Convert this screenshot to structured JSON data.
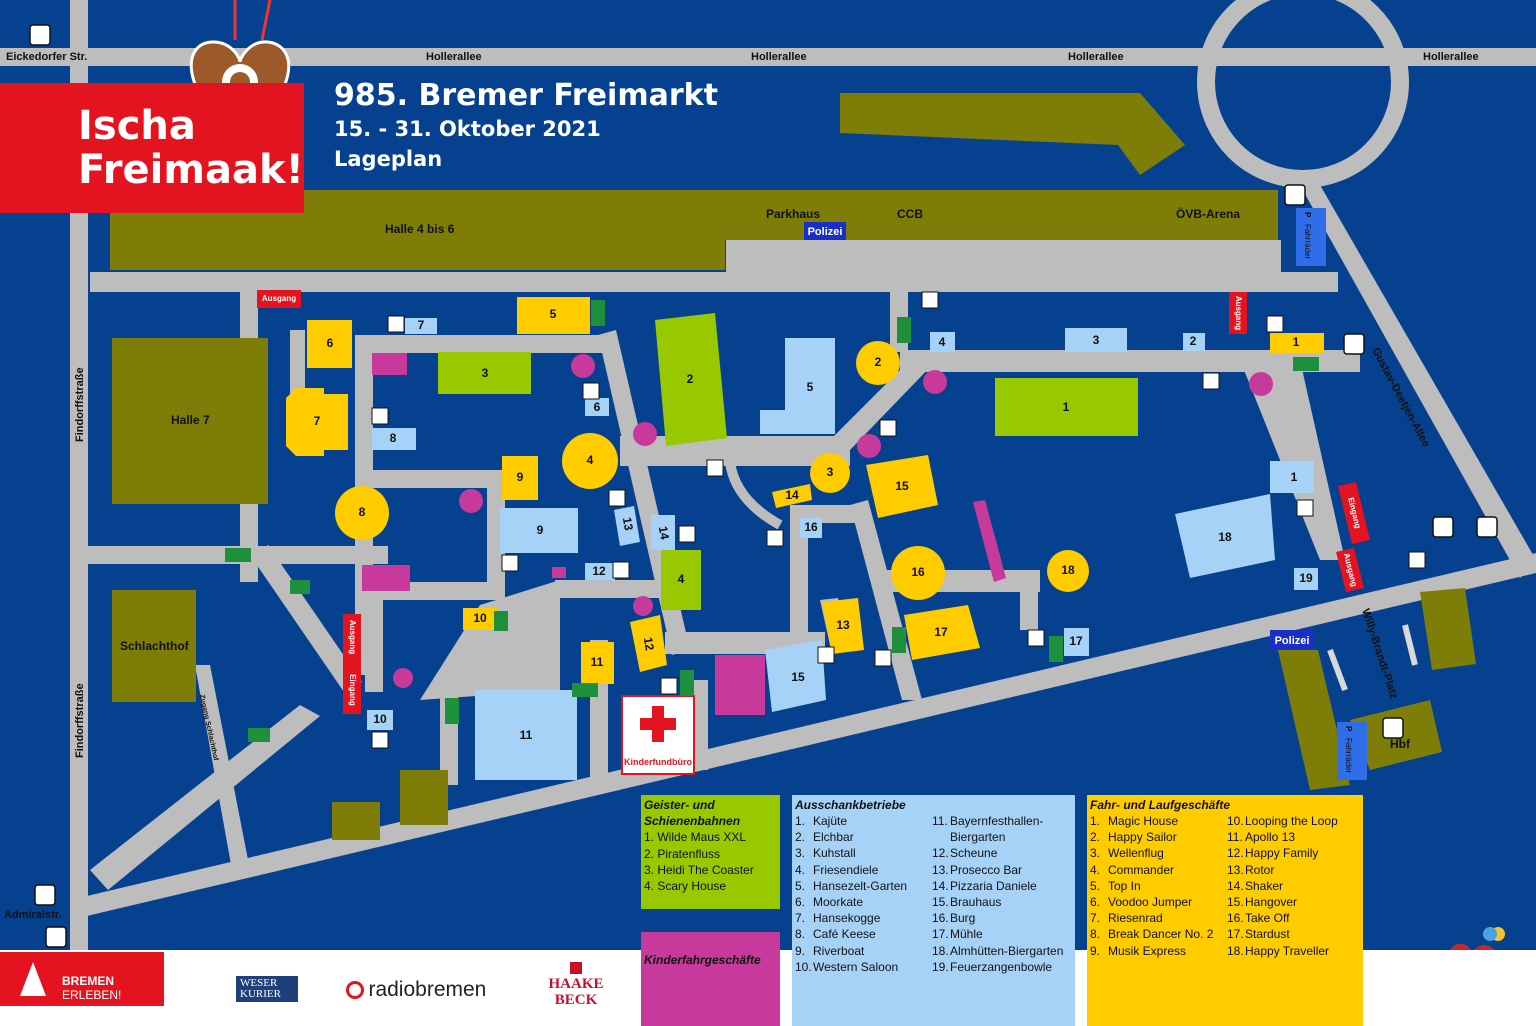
{
  "header": {
    "slogan_line1": "Ischa",
    "slogan_line2": "Freimaak!",
    "title": "985. Bremer Freimarkt",
    "dates": "15. - 31. Oktober 2021",
    "subtitle": "Lageplan"
  },
  "streets": {
    "eickedorfer": "Eickedorfer Str.",
    "hollerallee": "Hollerallee",
    "findorff": "Findorffstraße",
    "admiral": "Admiralstr.",
    "gustav": "Gustav-Deetjen-Allee",
    "willy": "Willy-Brandt-Platz",
    "zugang": "Zugang Schlachthof"
  },
  "places": {
    "halle46": "Halle 4 bis 6",
    "parkhaus": "Parkhaus",
    "ccb": "CCB",
    "oevb": "ÖVB-Arena",
    "halle7": "Halle 7",
    "schlachthof": "Schlachthof",
    "polizei": "Polizei",
    "kinderfundbuero": "Kinderfundbüro",
    "hbf": "Hbf",
    "fahrraeder": "Fahrräder",
    "parking": "P",
    "ausgang": "Ausgang",
    "eingang": "Eingang"
  },
  "legend": {
    "geister": {
      "title_line1": "Geister-  und",
      "title_line2": "Schienenbahnen",
      "items": [
        "1. Wilde Maus XXL",
        "2. Piratenfluss",
        "3. Heidi The Coaster",
        "4. Scary House"
      ]
    },
    "kinder": {
      "title": "Kinderfahrgeschäfte"
    },
    "ausschank": {
      "title": "Ausschankbetriebe",
      "col1": [
        {
          "n": "1.",
          "name": "Kajüte"
        },
        {
          "n": "2.",
          "name": "Elchbar"
        },
        {
          "n": "3.",
          "name": "Kuhstall"
        },
        {
          "n": "4.",
          "name": "Friesendiele"
        },
        {
          "n": "5.",
          "name": "Hansezelt-Garten"
        },
        {
          "n": "6.",
          "name": "Moorkate"
        },
        {
          "n": "7.",
          "name": "Hansekogge"
        },
        {
          "n": "8.",
          "name": "Café Keese"
        },
        {
          "n": "9.",
          "name": "Riverboat"
        },
        {
          "n": "10.",
          "name": "Western Saloon"
        }
      ],
      "col2": [
        {
          "n": "11.",
          "name": "Bayernfesthallen-"
        },
        {
          "n": "",
          "name": "Biergarten"
        },
        {
          "n": "12.",
          "name": "Scheune"
        },
        {
          "n": "13.",
          "name": "Prosecco Bar"
        },
        {
          "n": "14.",
          "name": "Pizzaria Daniele"
        },
        {
          "n": "15.",
          "name": "Brauhaus"
        },
        {
          "n": "16.",
          "name": "Burg"
        },
        {
          "n": "17.",
          "name": "Mühle"
        },
        {
          "n": "18.",
          "name": "Almhütten-Biergarten"
        },
        {
          "n": "19.",
          "name": "Feuerzangenbowle"
        }
      ]
    },
    "fahr": {
      "title": "Fahr- und Laufgeschäfte",
      "col1": [
        {
          "n": "1.",
          "name": "Magic House"
        },
        {
          "n": "2.",
          "name": "Happy Sailor"
        },
        {
          "n": "3.",
          "name": "Wellenflug"
        },
        {
          "n": "4.",
          "name": "Commander"
        },
        {
          "n": "5.",
          "name": "Top In"
        },
        {
          "n": "6.",
          "name": "Voodoo Jumper"
        },
        {
          "n": "7.",
          "name": "Riesenrad"
        },
        {
          "n": "8.",
          "name": "Break Dancer No. 2"
        },
        {
          "n": "9.",
          "name": "Musik Express"
        }
      ],
      "col2": [
        {
          "n": "10.",
          "name": "Looping the Loop"
        },
        {
          "n": "11.",
          "name": "Apollo 13"
        },
        {
          "n": "12.",
          "name": "Happy Family"
        },
        {
          "n": "13.",
          "name": "Rotor"
        },
        {
          "n": "14.",
          "name": "Shaker"
        },
        {
          "n": "15.",
          "name": "Hangover"
        },
        {
          "n": "16.",
          "name": "Take Off"
        },
        {
          "n": "17.",
          "name": "Stardust"
        },
        {
          "n": "18.",
          "name": "Happy Traveller"
        }
      ]
    }
  },
  "markers": {
    "yellow": [
      "1",
      "2",
      "3",
      "4",
      "5",
      "6",
      "7",
      "8",
      "9",
      "10",
      "11",
      "12",
      "13",
      "14",
      "15",
      "16",
      "17",
      "18"
    ],
    "green": [
      "1",
      "2",
      "3",
      "4"
    ],
    "blue": [
      "1",
      "2",
      "3",
      "4",
      "5",
      "6",
      "7",
      "8",
      "9",
      "10",
      "11",
      "12",
      "13",
      "14",
      "15",
      "16",
      "17",
      "18",
      "19"
    ]
  },
  "sponsors": {
    "bremen_line1": "BREMEN",
    "bremen_line2": "ERLEBEN!",
    "weser_line1": "WESER",
    "weser_line2": "KURIER",
    "radio": "radiobremen",
    "haake_line1": "HAAKE",
    "haake_line2": "BECK"
  },
  "colors": {
    "water": "#06418f",
    "road": "#bdbdbd",
    "building": "#7d7d08",
    "yellow": "#ffcc00",
    "green": "#97c800",
    "blue": "#a6d2f7",
    "magenta": "#c7399a",
    "red": "#e3131f"
  }
}
